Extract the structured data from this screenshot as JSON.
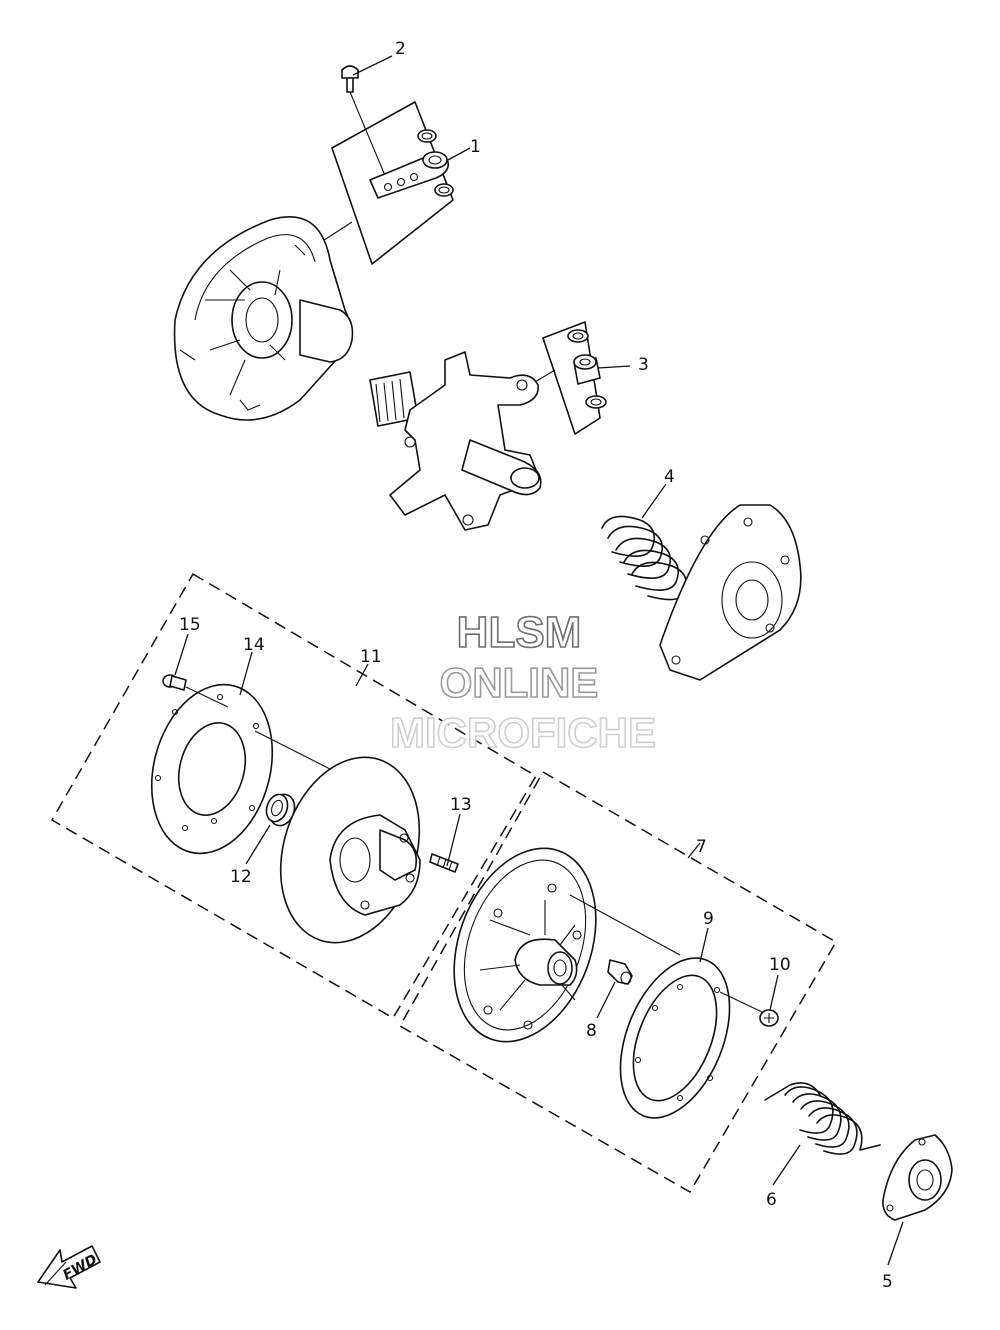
{
  "callouts": {
    "c1": "1",
    "c2": "2",
    "c3": "3",
    "c4": "4",
    "c5": "5",
    "c6": "6",
    "c7": "7",
    "c8": "8",
    "c9": "9",
    "c10": "10",
    "c11": "11",
    "c12": "12",
    "c13": "13",
    "c14": "14",
    "c15": "15"
  },
  "watermark": {
    "line1": "HLSM",
    "line2": "ONLINE",
    "line3": "MICROFICHE",
    "color1": "#6f6f6f",
    "color2": "#9a9a9a",
    "color3": "#cfcfcf"
  },
  "fwd_badge": {
    "label": "FWD",
    "icon": "fwd-arrow-icon"
  },
  "colors": {
    "ink": "#111111",
    "paper": "#ffffff"
  }
}
